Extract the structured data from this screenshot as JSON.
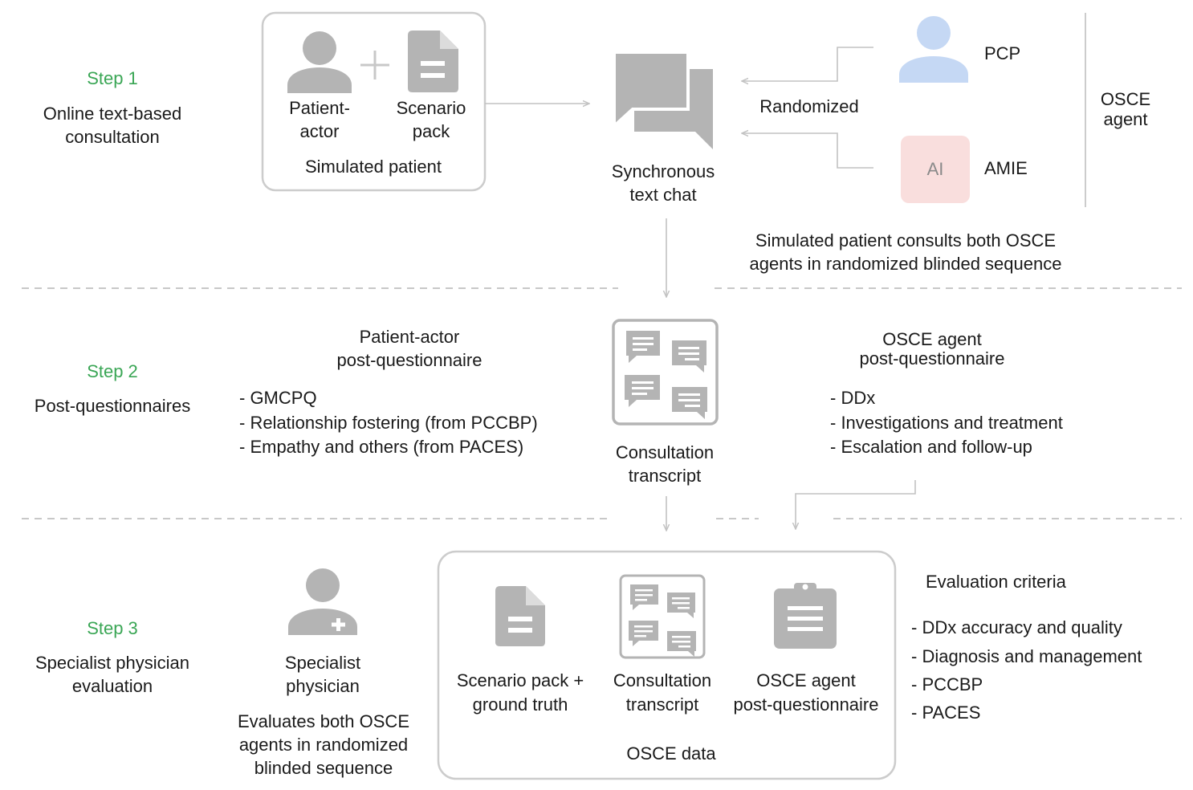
{
  "colors": {
    "step_label": "#3aa655",
    "icon_gray": "#b4b4b4",
    "line_gray": "#c2c2c2",
    "box_border": "#cccccc",
    "pcp_icon": "#c5d8f4",
    "ai_box": "#f9dedd"
  },
  "steps": [
    {
      "label": "Step 1",
      "title": "Online text-based\nconsultation"
    },
    {
      "label": "Step 2",
      "title": "Post-questionnaires"
    },
    {
      "label": "Step 3",
      "title": "Specialist physician\nevaluation"
    }
  ],
  "step1": {
    "patient_actor": "Patient-\nactor",
    "scenario_pack": "Scenario\npack",
    "simulated_patient": "Simulated patient",
    "chat_label": "Synchronous\ntext chat",
    "randomized": "Randomized",
    "pcp": "PCP",
    "ai_badge": "AI",
    "amie": "AMIE",
    "osce_agent": "OSCE\nagent",
    "note": "Simulated patient consults both OSCE\nagents in randomized blinded sequence"
  },
  "step2": {
    "patient_q_title": "Patient-actor\npost-questionnaire",
    "patient_q_items": [
      "- GMCPQ",
      "- Relationship fostering (from PCCBP)",
      "- Empathy and others (from PACES)"
    ],
    "transcript_label": "Consultation\ntranscript",
    "agent_q_title": "OSCE agent\npost-questionnaire",
    "agent_q_items": [
      "- DDx",
      "- Investigations and treatment",
      "- Escalation and follow-up"
    ]
  },
  "step3": {
    "specialist_label": "Specialist\nphysician",
    "specialist_note": "Evaluates both OSCE\nagents in randomized\nblinded sequence",
    "scenario_truth": "Scenario pack +\nground truth",
    "transcript_label": "Consultation\ntranscript",
    "agent_q_label": "OSCE agent\npost-questionnaire",
    "osce_data": "OSCE data",
    "criteria_title": "Evaluation criteria",
    "criteria_items": [
      "- DDx accuracy and quality",
      "- Diagnosis and management",
      "- PCCBP",
      "- PACES"
    ]
  }
}
